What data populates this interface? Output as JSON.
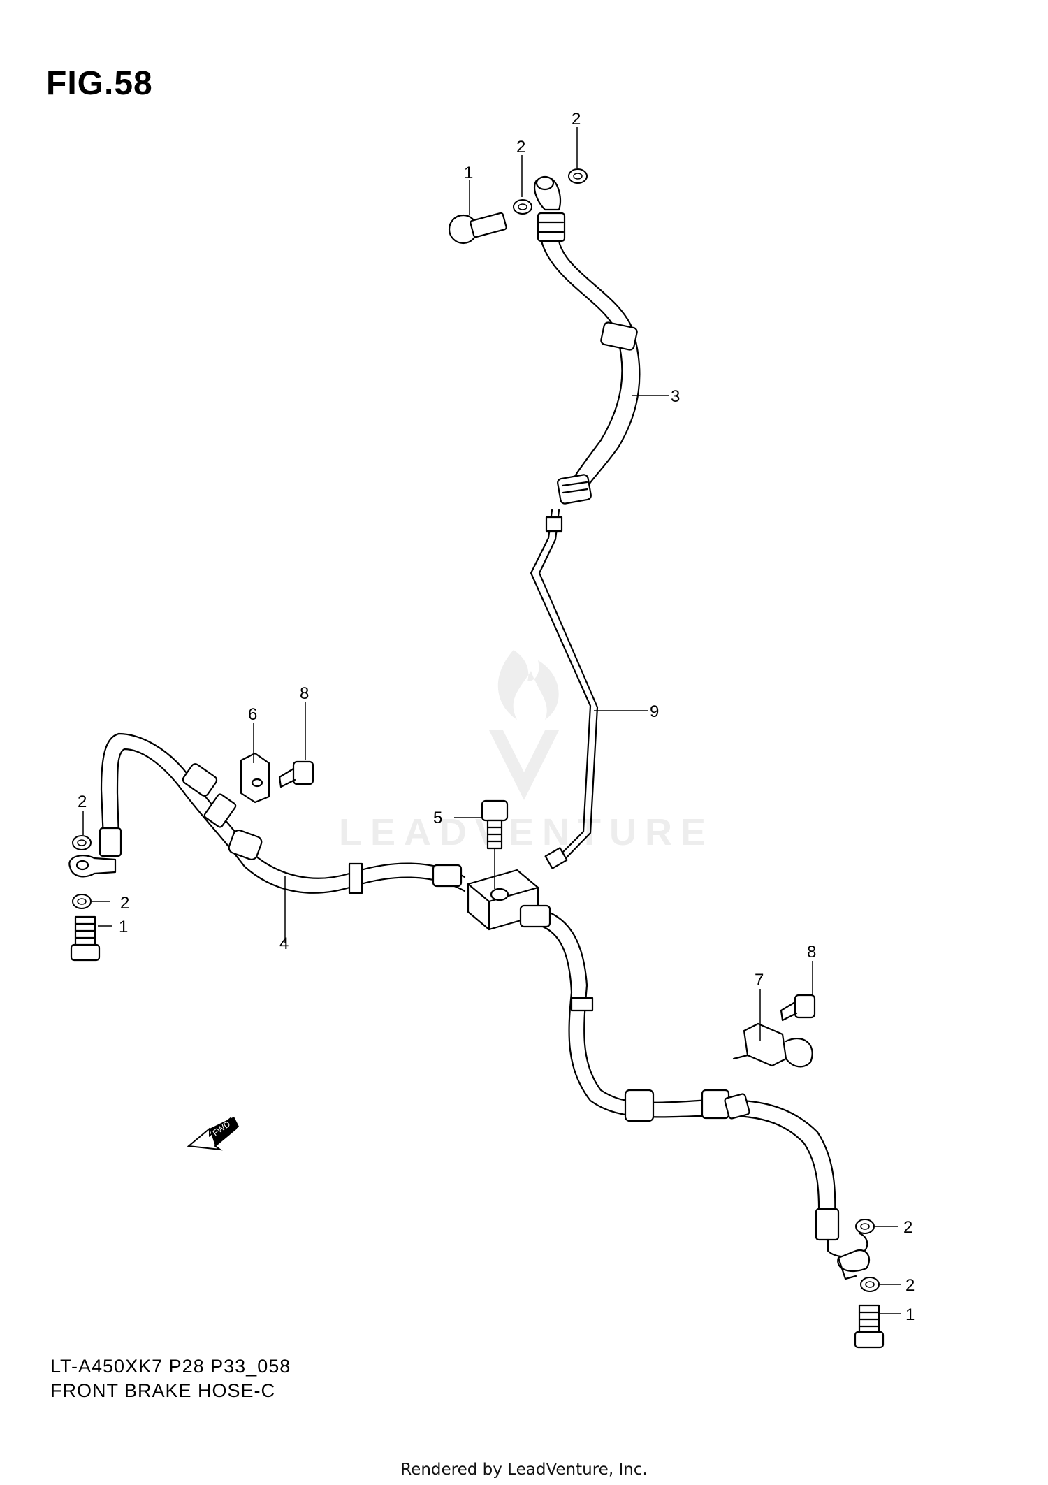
{
  "figure": {
    "title": "FIG.58",
    "model_code": "LT-A450XK7 P28 P33_058",
    "subtitle": "FRONT BRAKE  HOSE-C"
  },
  "footer": {
    "rendered_by": "Rendered by LeadVenture, Inc."
  },
  "watermark": {
    "text": "LEADVENTURE"
  },
  "fwd_arrow": {
    "label": "FWD"
  },
  "callouts": [
    {
      "id": "c1a",
      "label": "1"
    },
    {
      "id": "c2a",
      "label": "2"
    },
    {
      "id": "c2b",
      "label": "2"
    },
    {
      "id": "c3",
      "label": "3"
    },
    {
      "id": "c9",
      "label": "9"
    },
    {
      "id": "c6",
      "label": "6"
    },
    {
      "id": "c8a",
      "label": "8"
    },
    {
      "id": "c2c",
      "label": "2"
    },
    {
      "id": "c2d",
      "label": "2"
    },
    {
      "id": "c1b",
      "label": "1"
    },
    {
      "id": "c4",
      "label": "4"
    },
    {
      "id": "c5",
      "label": "5"
    },
    {
      "id": "c8b",
      "label": "8"
    },
    {
      "id": "c7",
      "label": "7"
    },
    {
      "id": "c2e",
      "label": "2"
    },
    {
      "id": "c2f",
      "label": "2"
    },
    {
      "id": "c1c",
      "label": "1"
    }
  ]
}
